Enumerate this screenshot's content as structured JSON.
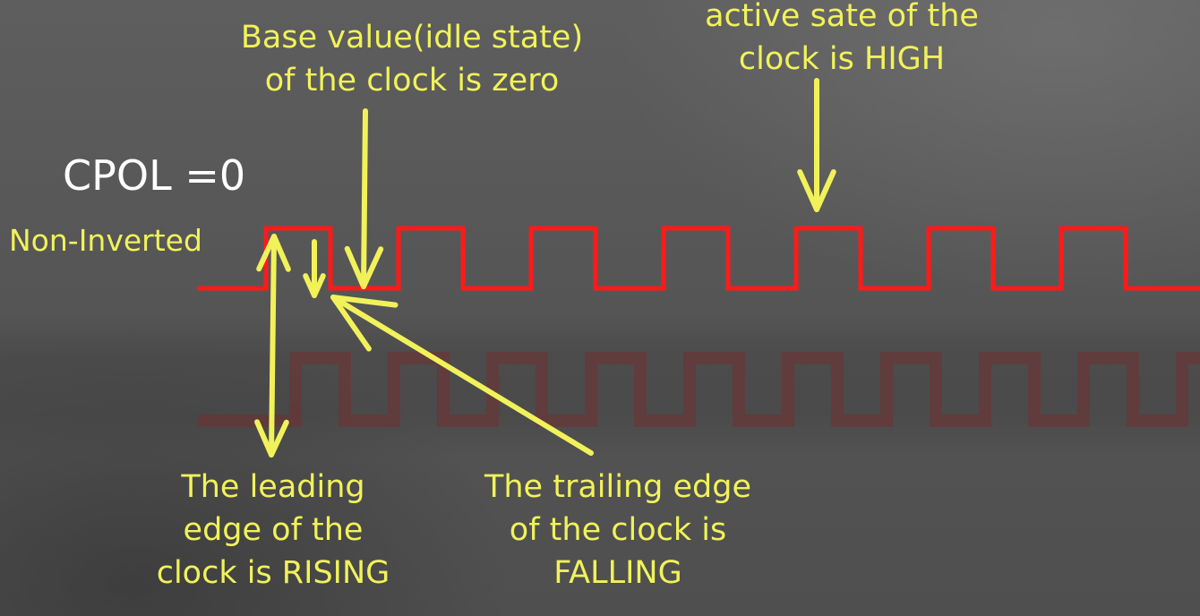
{
  "heading": {
    "cpol": "CPOL =0",
    "mode": "Non-Inverted"
  },
  "annotations": {
    "idle_state": [
      "Base value(idle state)",
      "of the clock is zero"
    ],
    "active_state": [
      "active sate of the",
      "clock is HIGH"
    ],
    "leading_edge": [
      "The leading",
      "edge of the",
      "clock is RISING"
    ],
    "trailing_edge": [
      "The trailing edge",
      "of the clock is",
      "FALLING"
    ]
  },
  "colors": {
    "clock_signal": "#ff1a1a",
    "ghost_signal": "#7a2a2a",
    "annotation": "#f1f25a",
    "heading": "#ffffff",
    "background": "#585858"
  },
  "clock": {
    "idle_level": 0,
    "active_level": 1,
    "cycles_shown": 7
  }
}
